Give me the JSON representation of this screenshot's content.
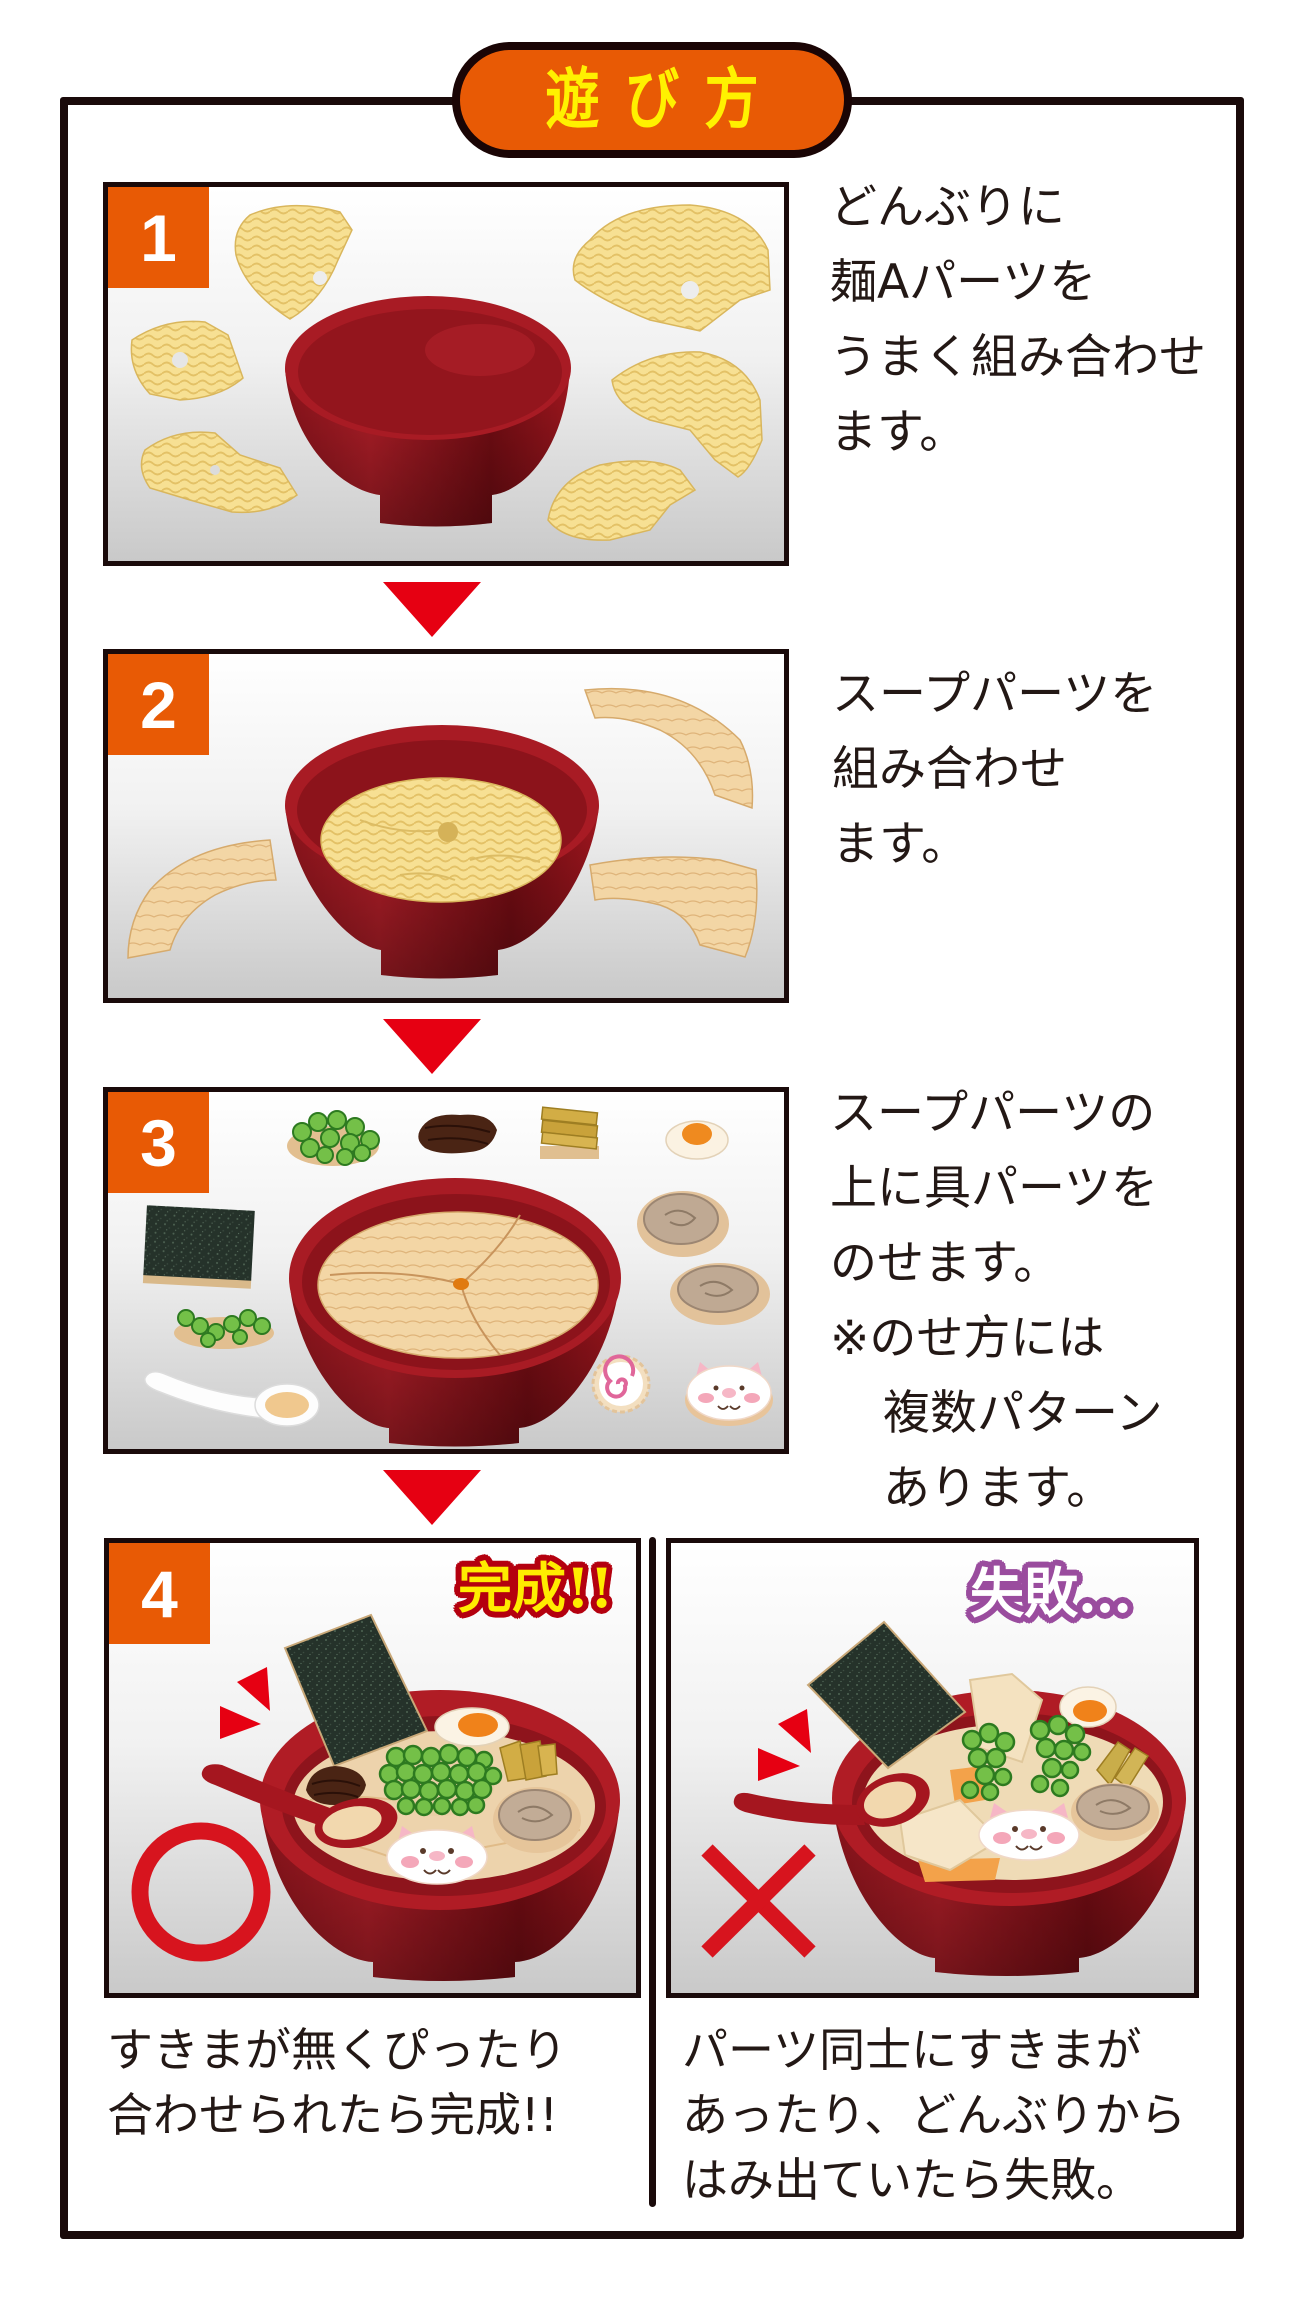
{
  "title": "遊び方",
  "flow_arrow": "▼",
  "steps": [
    {
      "number": "1",
      "lines": [
        "どんぶりに",
        "麺Aパーツを",
        "うまく組み合わせ",
        "ます。"
      ],
      "illustration": [
        "donburi-bowl",
        "noodle-a-parts"
      ]
    },
    {
      "number": "2",
      "lines": [
        "スープパーツを",
        "組み合わせ",
        "ます。"
      ],
      "illustration": [
        "donburi-bowl-with-noodles",
        "soup-parts"
      ]
    },
    {
      "number": "3",
      "lines": [
        "スープパーツの",
        "上に具パーツを",
        "のせます。",
        "※のせ方には",
        "複数パターン",
        "あります。"
      ],
      "illustration": [
        "donburi-bowl-with-soup",
        "green-onion",
        "kikurage",
        "menma",
        "egg",
        "nori",
        "chashu",
        "renge-spoon",
        "naruto",
        "pig-kamaboko"
      ]
    },
    {
      "number": "4",
      "illustration": [
        "finished-ramen-bowl"
      ]
    }
  ],
  "results": {
    "success": {
      "label": "完成!!",
      "mark": "○",
      "caption_lines": [
        "すきまが無くぴったり",
        "合わせられたら完成!!"
      ]
    },
    "failure": {
      "label": "失敗…",
      "mark": "×",
      "caption_lines": [
        "パーツ同士にすきまが",
        "あったり、どんぶりから",
        "はみ出ていたら失敗。"
      ]
    }
  },
  "colors": {
    "title_pill": "#e85a05",
    "title_text": "#fff100",
    "step_number_box": "#e85a05",
    "flow_arrow": "#e60012",
    "success_mark": "#d7141e",
    "success_label_outline": "#b4000f",
    "success_label_fill": "#ffec00",
    "failure_label_outline": "#9a4c9e",
    "frame": "#1a0a0a",
    "bowl": "#a81b24"
  }
}
